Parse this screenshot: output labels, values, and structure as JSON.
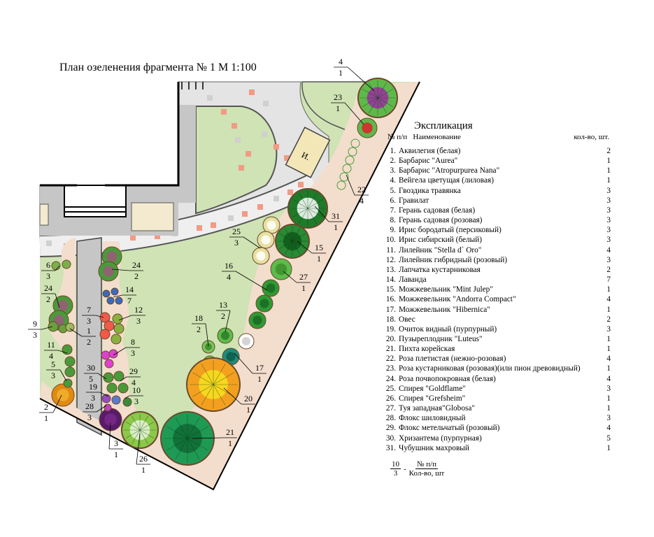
{
  "title": "План озеленения фрагмента № 1 М 1:100",
  "structure_label": "И.",
  "explication": {
    "title": "Экспликация",
    "col_number": "№ п/п",
    "col_name": "Наименование",
    "col_qty": "кол-во, шт.",
    "rows": [
      {
        "n": "1.",
        "name": "Аквилегия (белая)",
        "qty": "2"
      },
      {
        "n": "2.",
        "name": "Барбарис \"Aurea\"",
        "qty": "1"
      },
      {
        "n": "3.",
        "name": "Барбарис \"Atropurpurea Nana\"",
        "qty": "1"
      },
      {
        "n": "4.",
        "name": "Вейгела цветущая (лиловая)",
        "qty": "1"
      },
      {
        "n": "5.",
        "name": "Гвоздика травянка",
        "qty": "3"
      },
      {
        "n": "6.",
        "name": "Гравилат",
        "qty": "3"
      },
      {
        "n": "7.",
        "name": "Герань садовая (белая)",
        "qty": "3"
      },
      {
        "n": "8.",
        "name": "Герань садовая (розовая)",
        "qty": "3"
      },
      {
        "n": "9.",
        "name": "Ирис бородатый (персиковый)",
        "qty": "3"
      },
      {
        "n": "10.",
        "name": "Ирис сибирский (белый)",
        "qty": "3"
      },
      {
        "n": "11.",
        "name": "Лилейник \"Stella d` Oro\"",
        "qty": "4"
      },
      {
        "n": "12.",
        "name": "Лилейник гибридный (розовый)",
        "qty": "3"
      },
      {
        "n": "13.",
        "name": "Лапчатка кустарниковая",
        "qty": "2"
      },
      {
        "n": "14.",
        "name": "Лаванда",
        "qty": "7"
      },
      {
        "n": "15.",
        "name": "Можжевельник \"Mint Julep\"",
        "qty": "1"
      },
      {
        "n": "16.",
        "name": "Можжевельник \"Andorra Compact\"",
        "qty": "4"
      },
      {
        "n": "17.",
        "name": "Можжевельник \"Hibernica\"",
        "qty": "1"
      },
      {
        "n": "18.",
        "name": "Овес",
        "qty": "2"
      },
      {
        "n": "19.",
        "name": "Очиток видный (пурпурный)",
        "qty": "3"
      },
      {
        "n": "20.",
        "name": "Пузыреплодник \"Luteus\"",
        "qty": "1"
      },
      {
        "n": "21.",
        "name": "Пихта корейская",
        "qty": "1"
      },
      {
        "n": "22.",
        "name": "Роза плетистая (нежно-розовая)",
        "qty": "4"
      },
      {
        "n": "23.",
        "name": "Роза кустарниковая (розовая)(или пион древовидный)",
        "qty": "1"
      },
      {
        "n": "24.",
        "name": "Роза почвопокровная (белая)",
        "qty": "4"
      },
      {
        "n": "25.",
        "name": "Спирея \"Goldflame\"",
        "qty": "3"
      },
      {
        "n": "26.",
        "name": "Спирея \"Grefsheim\"",
        "qty": "1"
      },
      {
        "n": "27.",
        "name": "Туя западная\"Globosa\"",
        "qty": "1"
      },
      {
        "n": "28.",
        "name": "Флокс шиловидный",
        "qty": "3"
      },
      {
        "n": "29.",
        "name": "Флокс метельчатый (розовый)",
        "qty": "4"
      },
      {
        "n": "30.",
        "name": "Хризантема (пурпурная)",
        "qty": "5"
      },
      {
        "n": "31.",
        "name": "Чубушник махровый",
        "qty": "1"
      }
    ]
  },
  "key": {
    "example_num": "10",
    "example_qty": "3",
    "dash": "-",
    "num_label": "№ п/п",
    "qty_label": "Кол-во, шт"
  },
  "callouts": [
    {
      "num": "4",
      "qty": "1"
    },
    {
      "num": "23",
      "qty": "1"
    },
    {
      "num": "22",
      "qty": "4"
    },
    {
      "num": "31",
      "qty": "1"
    },
    {
      "num": "25",
      "qty": "3"
    },
    {
      "num": "15",
      "qty": "1"
    },
    {
      "num": "16",
      "qty": "4"
    },
    {
      "num": "27",
      "qty": "1"
    },
    {
      "num": "13",
      "qty": "2"
    },
    {
      "num": "18",
      "qty": "2"
    },
    {
      "num": "17",
      "qty": "1"
    },
    {
      "num": "20",
      "qty": "1"
    },
    {
      "num": "21",
      "qty": "1"
    },
    {
      "num": "26",
      "qty": "1"
    },
    {
      "num": "3",
      "qty": "1"
    },
    {
      "num": "28",
      "qty": "3"
    },
    {
      "num": "19",
      "qty": "3"
    },
    {
      "num": "10",
      "qty": "3"
    },
    {
      "num": "30",
      "qty": "5"
    },
    {
      "num": "29",
      "qty": "4"
    },
    {
      "num": "8",
      "qty": "3"
    },
    {
      "num": "7",
      "qty": "3"
    },
    {
      "num": "12",
      "qty": "3"
    },
    {
      "num": "1",
      "qty": "2"
    },
    {
      "num": "14",
      "qty": "7"
    },
    {
      "num": "24",
      "qty": "2"
    },
    {
      "num": "6",
      "qty": "3"
    },
    {
      "num": "24",
      "qty": "2"
    },
    {
      "num": "9",
      "qty": "3"
    },
    {
      "num": "11",
      "qty": "4"
    },
    {
      "num": "5",
      "qty": "3"
    },
    {
      "num": "2",
      "qty": "1"
    }
  ],
  "colors": {
    "lawn": "#cfe3b4",
    "paving": "#e4e4e4",
    "bed": "#f3ddcc",
    "tile": "#f29a84",
    "wall": "#c6c6c6"
  }
}
